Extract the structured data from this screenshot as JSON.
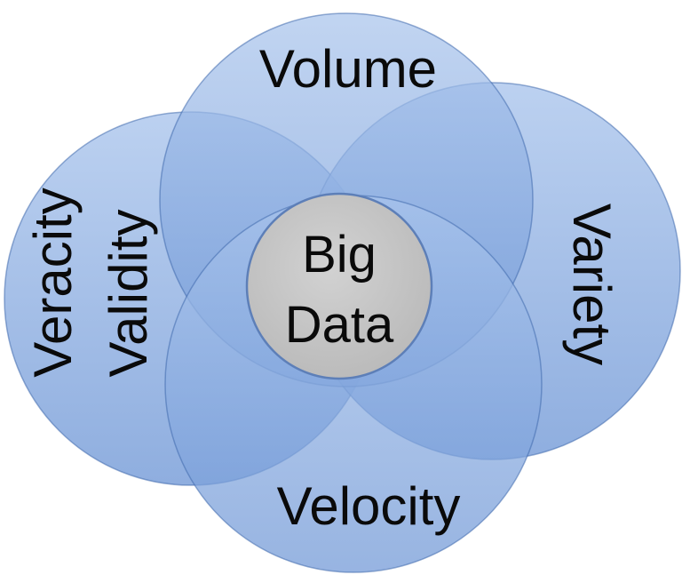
{
  "diagram": {
    "center": {
      "line1": "Big",
      "line2": "Data"
    },
    "petals": {
      "top": "Volume",
      "right": "Variety",
      "bottom": "Velocity",
      "left_outer": "Veracity",
      "left_inner": "Validity"
    }
  },
  "colors": {
    "petal_light": "#a4c0ea",
    "petal_dark": "#4b79c6",
    "petal_stroke": "#3f69ad",
    "center_fill": "#c9c9c9",
    "center_stroke": "#5d7fb8",
    "text": "#0a0a0a"
  }
}
